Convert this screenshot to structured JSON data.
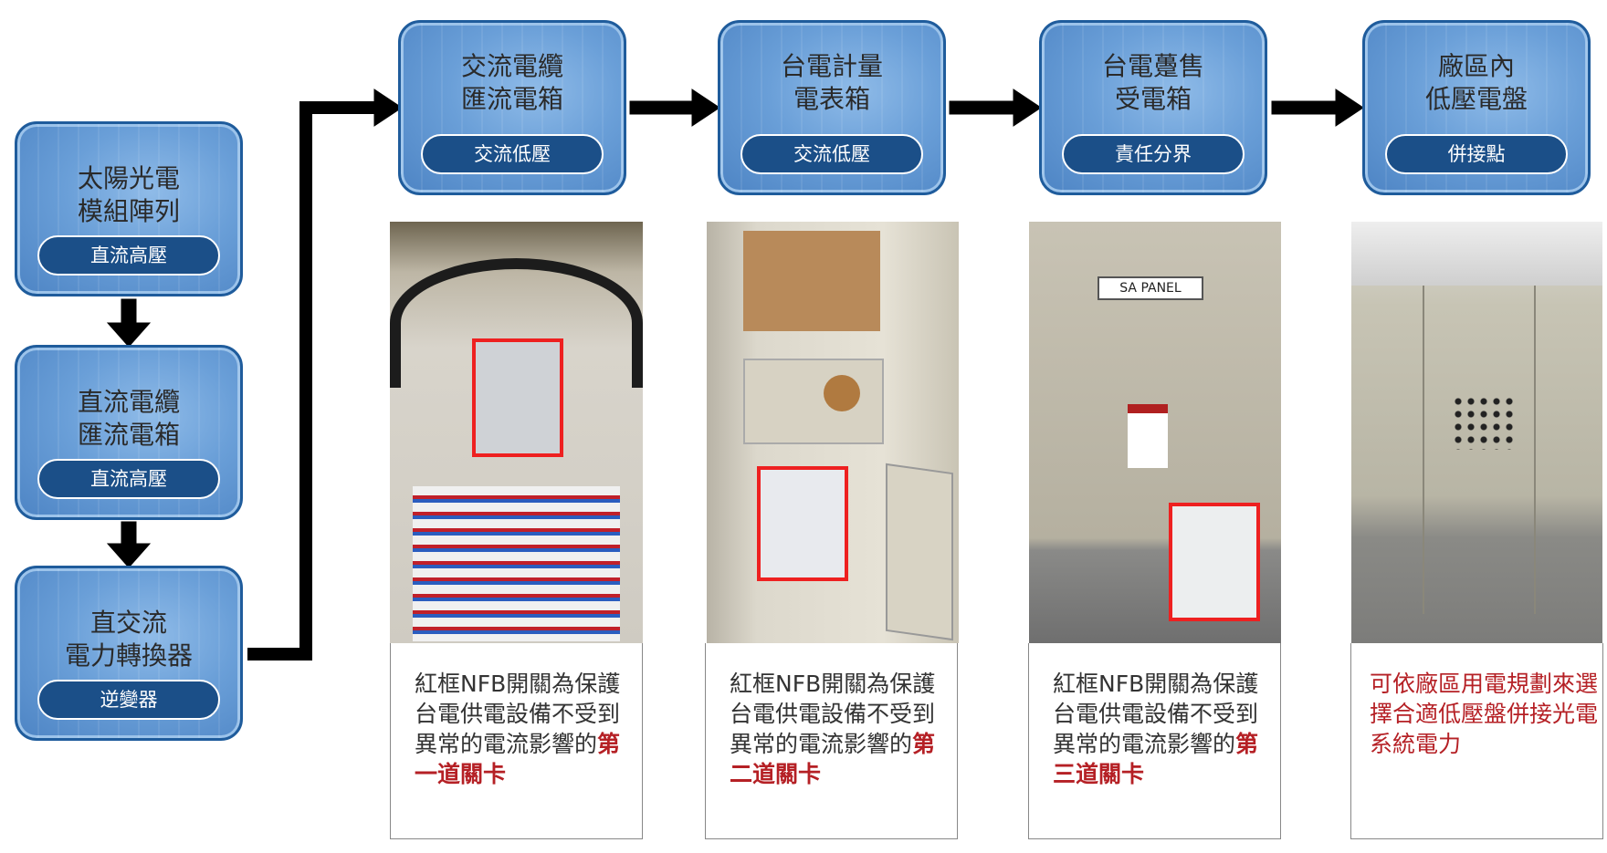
{
  "left_flow": [
    {
      "title_lines": [
        "太陽光電",
        "模組陣列"
      ],
      "label": "直流高壓"
    },
    {
      "title_lines": [
        "直流電纜",
        "匯流電箱"
      ],
      "label": "直流高壓"
    },
    {
      "title_lines": [
        "直交流",
        "電力轉換器"
      ],
      "label": "逆變器"
    }
  ],
  "top_flow": [
    {
      "title_lines": [
        "交流電纜",
        "匯流電箱"
      ],
      "label": "交流低壓"
    },
    {
      "title_lines": [
        "台電計量",
        "電表箱"
      ],
      "label": "交流低壓"
    },
    {
      "title_lines": [
        "台電躉售",
        "受電箱"
      ],
      "label": "責任分界"
    },
    {
      "title_lines": [
        "廠區內",
        "低壓電盤"
      ],
      "label": "併接點"
    }
  ],
  "photos": {
    "panel_sign": "SA PANEL"
  },
  "captions": [
    {
      "text": "紅框NFB開關為保護台電供電設備不受到異常的電流影響的",
      "highlight": "第一道關卡"
    },
    {
      "text": "紅框NFB開關為保護台電供電設備不受到異常的電流影響的",
      "highlight": "第二道關卡"
    },
    {
      "text": "紅框NFB開關為保護台電供電設備不受到異常的電流影響的",
      "highlight": "第三道關卡"
    },
    {
      "text": "可依廠區用電規劃來選擇合適低壓盤併接光電系統電力"
    }
  ],
  "colors": {
    "box_border": "#1f5c9c",
    "pill": "#1b4f88",
    "highlight": "#b52025",
    "frame": "#ee2020"
  }
}
